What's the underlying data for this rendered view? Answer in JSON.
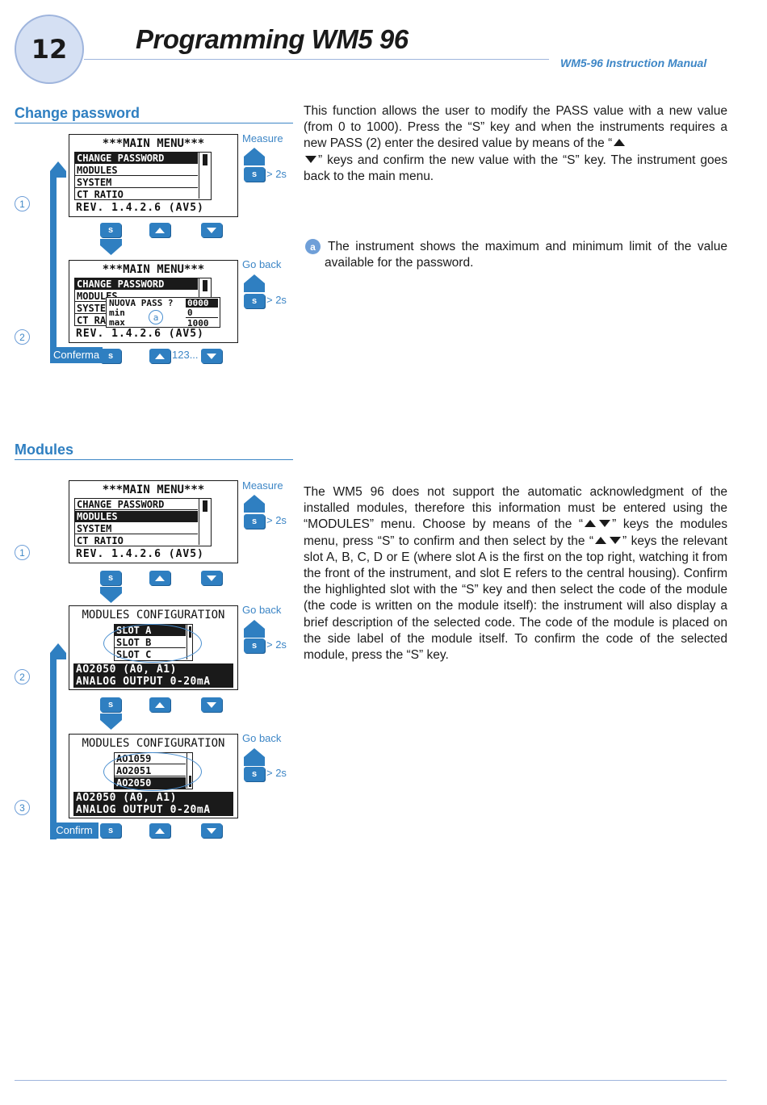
{
  "header": {
    "page_number": "12",
    "title": "Programming WM5 96",
    "manual_name": "WM5-96 Instruction  Manual"
  },
  "colors": {
    "accent": "#2f7fc1",
    "badge_fill": "#d5e0f3",
    "lcd_text": "#111111"
  },
  "icons": {
    "key_up": "triangle-up-icon",
    "key_down": "triangle-down-icon",
    "go_back": "house-arrow-icon",
    "next_step": "arrow-down-icon"
  },
  "change_password": {
    "heading": "Change password",
    "paragraph_1a": "This function allows the user to modify the PASS value with a new value (from 0 to 1000). Press the “S” key and when the instruments requires a new PASS (2) enter the desired value by means of the “",
    "paragraph_1b": "” keys and confirm the new value with the “S” key. The instrument goes back to the main menu.",
    "note_marker": "a",
    "note_text": "The instrument shows the maximum and minimum limit of the value available for the password.",
    "screen1": {
      "title": "***MAIN MENU***",
      "items": [
        "CHANGE PASSWORD",
        "MODULES",
        "SYSTEM",
        "CT RATIO"
      ],
      "footer": "REV. 1.4.2.6  (AV5)"
    },
    "screen2": {
      "title": "***MAIN MENU***",
      "items": [
        "CHANGE PASSWORD",
        "MODULES",
        "SYSTE",
        "CT RA"
      ],
      "popup": {
        "prompt": "NUOVA PASS ?",
        "value": "0000",
        "min_label": "min",
        "min_value": "0",
        "max_label": "max",
        "max_value": "1000"
      },
      "callout": "a",
      "footer": "REV. 1.4.2.6  (AV5)"
    },
    "step1": "1",
    "step2": "2",
    "measure_label": "Measure",
    "go_back_label": "Go back",
    "hold_label_1": "> 2s",
    "hold_label_2": "> 2s",
    "confirm_label": "Conferma",
    "digits_label": "123...",
    "key_s": "s"
  },
  "modules": {
    "heading": "Modules",
    "paragraph_a": "The WM5 96 does not support the automatic acknowledgment of the installed modules, therefore this information must be entered using the “MODULES” menu. Choose by means of the “",
    "paragraph_b": "” keys the modules menu, press “S” to confirm and then select by the “",
    "paragraph_c": "” keys the relevant slot A, B, C, D or E (where slot A is the first on the top right, watching it from the front of the instrument, and slot E refers to the central housing). Confirm the highlighted slot with the “S” key and then select the code of the module (the code is written on the module itself): the instrument will also display a brief description of the selected code. The code of the module is placed on the side label of the module itself. To confirm the code of the selected module, press the “S” key.",
    "screen1": {
      "title": "***MAIN MENU***",
      "items": [
        "CHANGE PASSWORD",
        "MODULES",
        "SYSTEM",
        "CT RATIO"
      ],
      "footer": "REV. 1.4.2.6  (AV5)"
    },
    "screen2": {
      "title": "MODULES CONFIGURATION",
      "items": [
        "SLOT A",
        "SLOT B",
        "SLOT C"
      ],
      "desc_line1": "AO2050 (A0, A1)",
      "desc_line2": "ANALOG OUTPUT 0-20mA"
    },
    "screen3": {
      "title": "MODULES CONFIGURATION",
      "items": [
        "AO1059",
        "AO2051",
        "AO2050"
      ],
      "desc_line1": "AO2050 (A0, A1)",
      "desc_line2": "ANALOG OUTPUT 0-20mA"
    },
    "step1": "1",
    "step2": "2",
    "step3": "3",
    "measure_label": "Measure",
    "go_back_label_1": "Go back",
    "go_back_label_2": "Go back",
    "hold_label_1": "> 2s",
    "hold_label_2": "> 2s",
    "hold_label_3": "> 2s",
    "confirm_label": "Confirm",
    "key_s": "s"
  }
}
